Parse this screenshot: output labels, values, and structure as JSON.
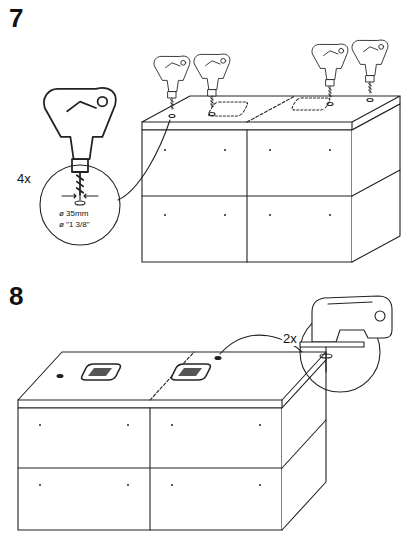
{
  "diagram": {
    "labels": [
      "7",
      "4x",
      "ø 35mm",
      "ø \"1 3/8\"",
      "8",
      "2x"
    ]
  }
}
